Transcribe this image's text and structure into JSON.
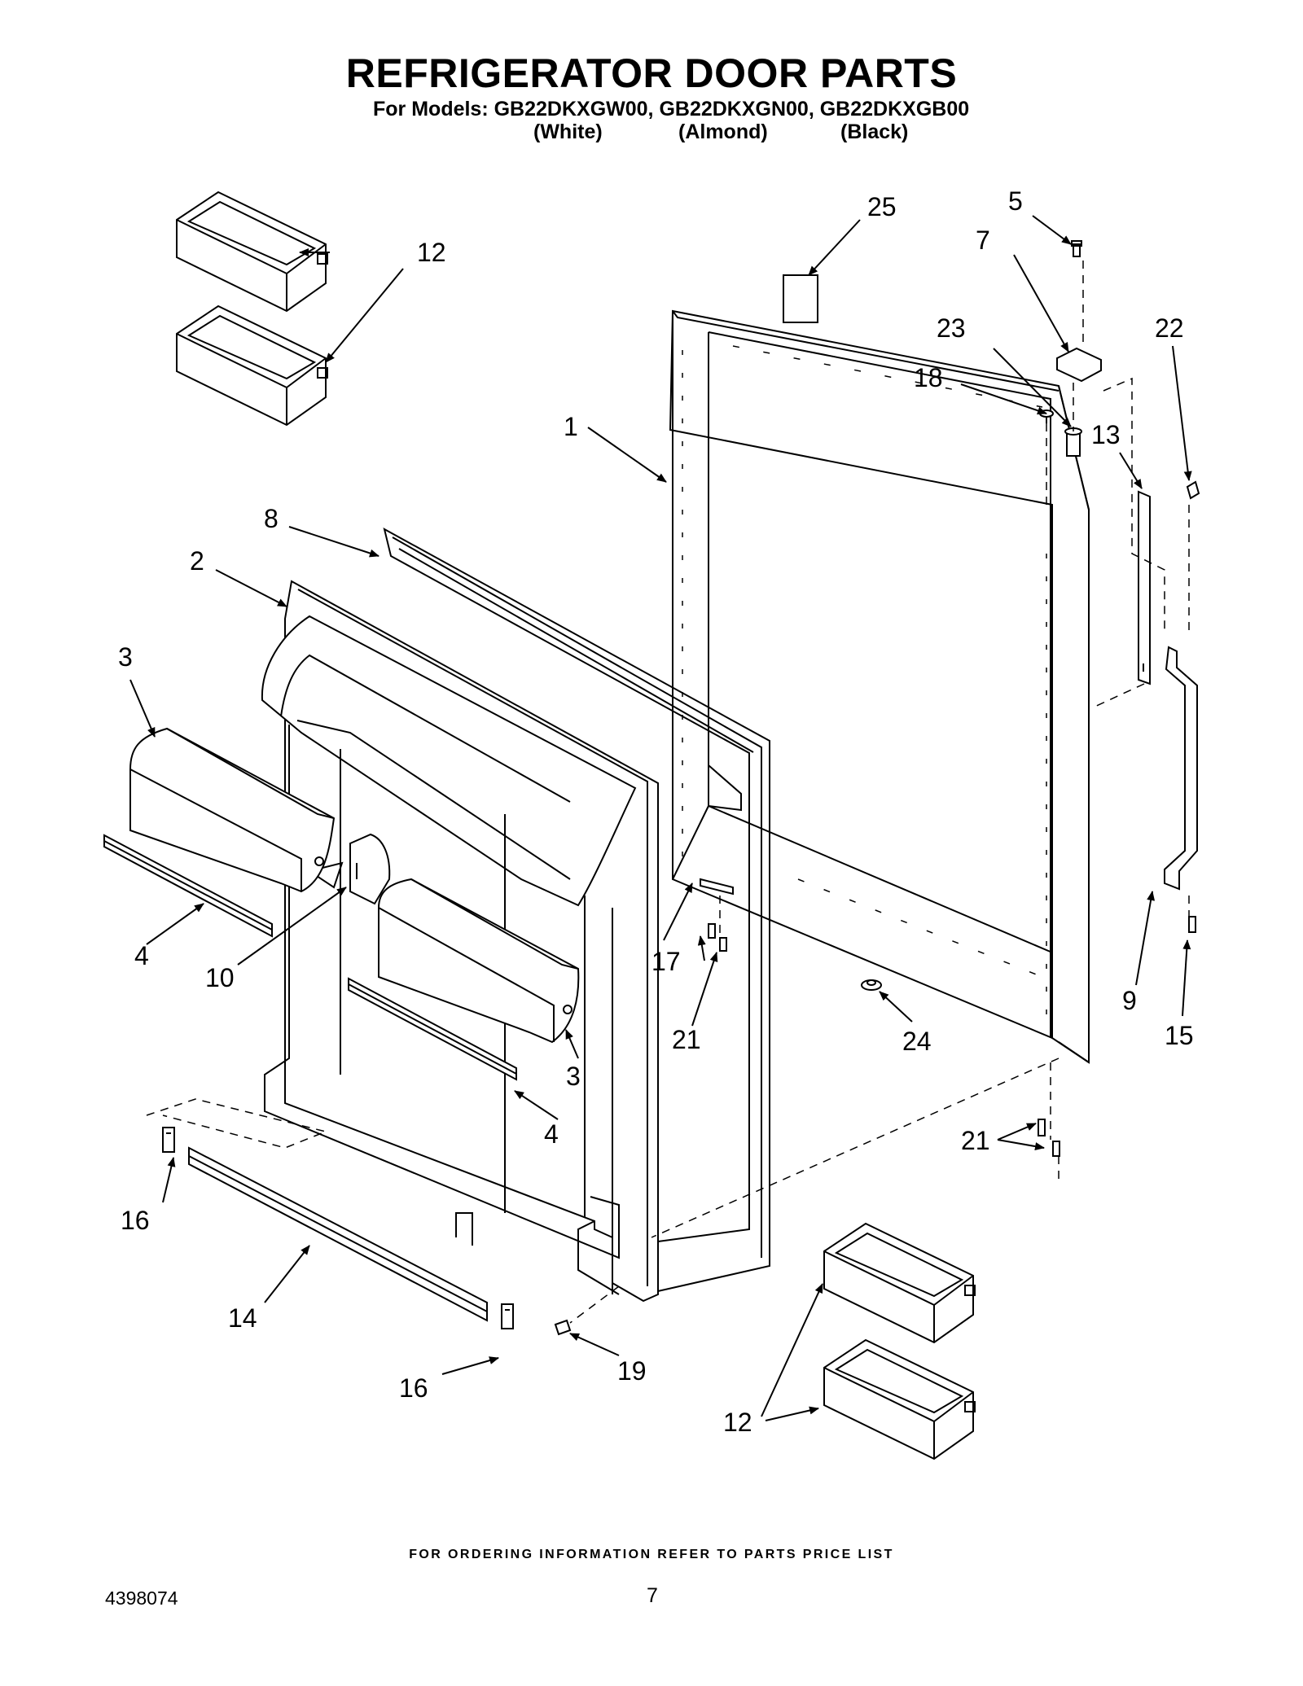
{
  "header": {
    "title": "REFRIGERATOR DOOR PARTS",
    "models_line": "For Models: GB22DKXGW00, GB22DKXGN00, GB22DKXGB00",
    "colors": [
      "(White)",
      "(Almond)",
      "(Black)"
    ]
  },
  "callouts": {
    "c1": "1",
    "c2": "2",
    "c3a": "3",
    "c3b": "3",
    "c4a": "4",
    "c4b": "4",
    "c5": "5",
    "c7": "7",
    "c8": "8",
    "c9": "9",
    "c10": "10",
    "c12a": "12",
    "c12b": "12",
    "c13": "13",
    "c14": "14",
    "c15": "15",
    "c16a": "16",
    "c16b": "16",
    "c17": "17",
    "c18": "18",
    "c19": "19",
    "c21a": "21",
    "c21b": "21",
    "c22": "22",
    "c23": "23",
    "c24": "24",
    "c25": "25"
  },
  "footer": {
    "ordering_note": "FOR ORDERING INFORMATION REFER TO PARTS PRICE LIST",
    "document_number": "4398074",
    "page_number": "7"
  }
}
